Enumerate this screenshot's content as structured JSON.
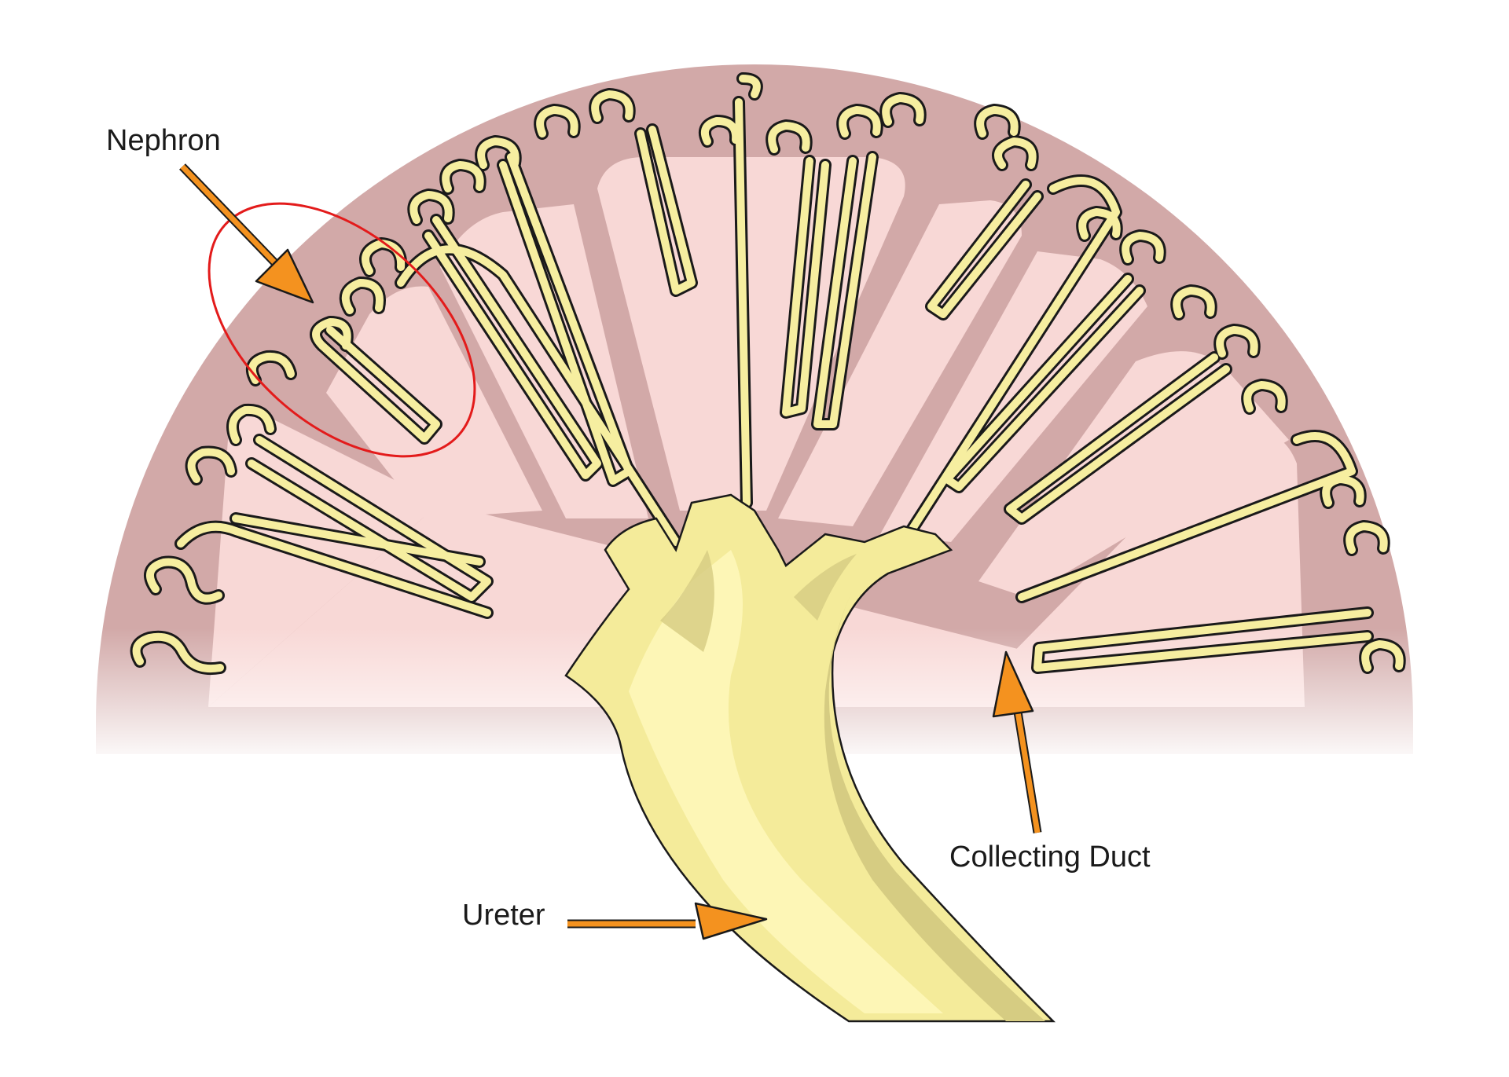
{
  "labels": {
    "nephron": "Nephron",
    "collecting_duct": "Collecting Duct",
    "ureter": "Ureter"
  },
  "colors": {
    "cortex": "#d2a9a8",
    "medulla": "#f8d8d6",
    "tubule_fill": "#f6eea0",
    "tubule_outline": "#1a1a1a",
    "ureter_light": "#fdf6b6",
    "ureter_mid": "#f4eb9a",
    "ureter_shadow": "#d6cc82",
    "arrow": "#f4921f",
    "highlight_ring": "#e31b1b",
    "background": "#ffffff"
  }
}
